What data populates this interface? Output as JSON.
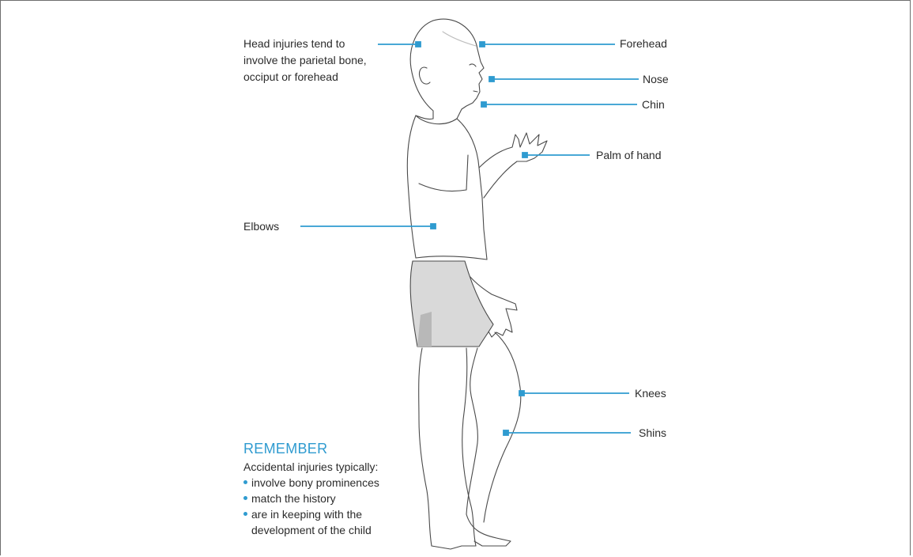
{
  "labels": {
    "head_injuries": [
      "Head injuries tend to",
      "involve the parietal bone,",
      "occiput or forehead"
    ],
    "forehead": "Forehead",
    "nose": "Nose",
    "chin": "Chin",
    "palm": "Palm of hand",
    "elbows": "Elbows",
    "knees": "Knees",
    "shins": "Shins"
  },
  "remember": {
    "title": "REMEMBER",
    "intro": "Accidental injuries typically:",
    "bullets": [
      "involve bony prominences",
      "match the history",
      "are in keeping with the",
      "development of the child"
    ]
  },
  "colors": {
    "accent": "#2f9bd0",
    "text": "#2b2b2b",
    "outline": "#4a4a4a",
    "shorts": "#d6d6d6"
  }
}
